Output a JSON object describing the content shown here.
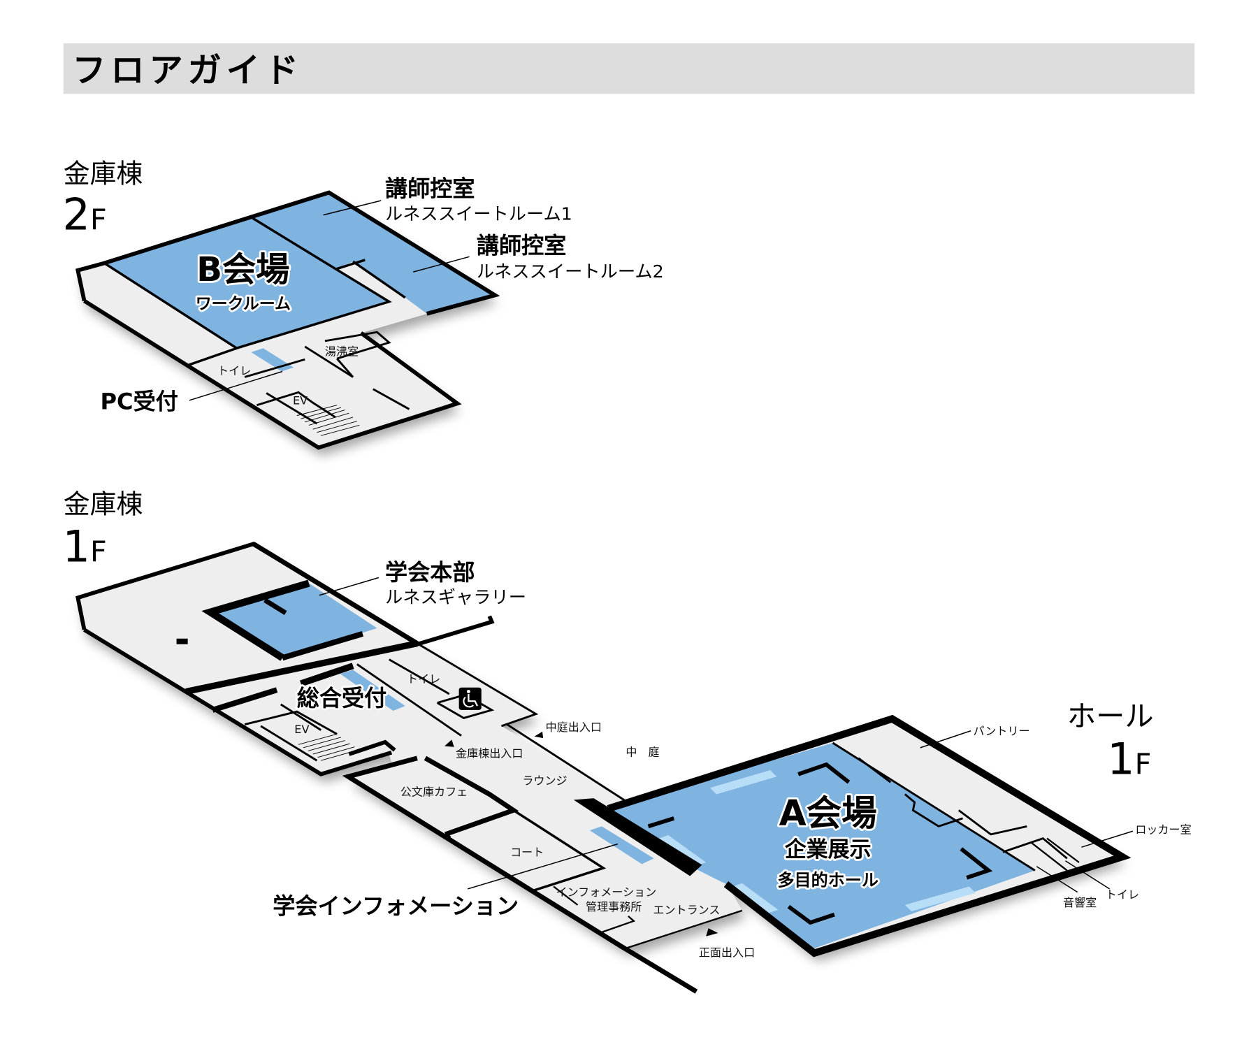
{
  "header": {
    "title": "フロアガイド"
  },
  "floor_2f": {
    "building": "金庫棟",
    "floor_number": "2",
    "floor_unit": "F",
    "rooms": {
      "lecturer_room_1": {
        "title": "講師控室",
        "subtitle": "ルネススイートルーム1"
      },
      "lecturer_room_2": {
        "title": "講師控室",
        "subtitle": "ルネススイートルーム2"
      },
      "hall_b": {
        "title": "B会場",
        "subtitle": "ワークルーム"
      },
      "kitchenette": "湯沸室",
      "toilet": "トイレ",
      "elevator": "EV",
      "pc_reception": "PC受付"
    }
  },
  "floor_1f_kinko": {
    "building": "金庫棟",
    "floor_number": "1",
    "floor_unit": "F",
    "rooms": {
      "headquarters": {
        "title": "学会本部",
        "subtitle": "ルネスギャラリー"
      },
      "toilet": "トイレ",
      "general_reception": "総合受付",
      "elevator": "EV",
      "courtyard_entrance": "中庭出入口",
      "kinko_entrance": "金庫棟出入口",
      "courtyard": "中　庭",
      "lounge": "ラウンジ",
      "cafe": "公文庫カフェ",
      "coat": "コート",
      "information": "インフォメーション",
      "management_office": "管理事務所",
      "entrance": "エントランス",
      "main_entrance": "正面出入口",
      "society_information": "学会インフォメーション"
    }
  },
  "floor_1f_hall": {
    "building": "ホール",
    "floor_number": "1",
    "floor_unit": "F",
    "rooms": {
      "hall_a": {
        "title": "A会場",
        "subtitle": "企業展示",
        "caption": "多目的ホール"
      },
      "pantry": "パントリー",
      "locker_room": "ロッカー室",
      "toilet": "トイレ",
      "sound_room": "音響室"
    }
  },
  "colors": {
    "room": "#7fb3e0",
    "window": "#b8def7",
    "floor": "#eeeeee",
    "header_bg": "#dddddd"
  }
}
